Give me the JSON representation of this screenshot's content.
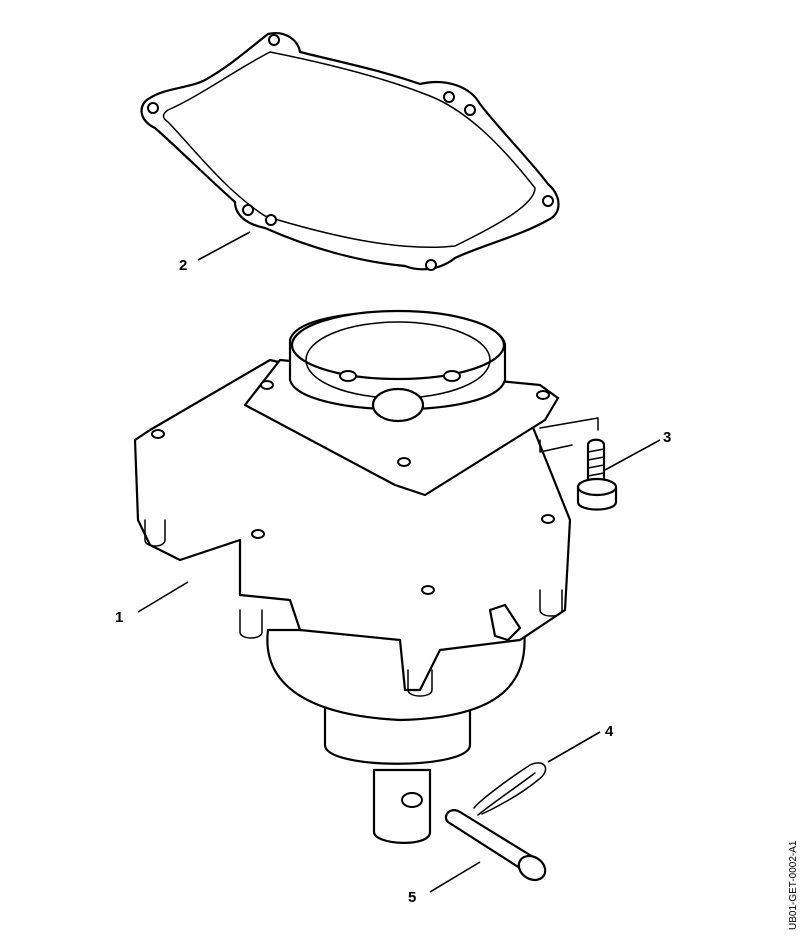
{
  "callouts": {
    "c1": "1",
    "c2": "2",
    "c3": "3",
    "c4": "4",
    "c5": "5"
  },
  "reference_code": "UB01-GET-0002-A1"
}
